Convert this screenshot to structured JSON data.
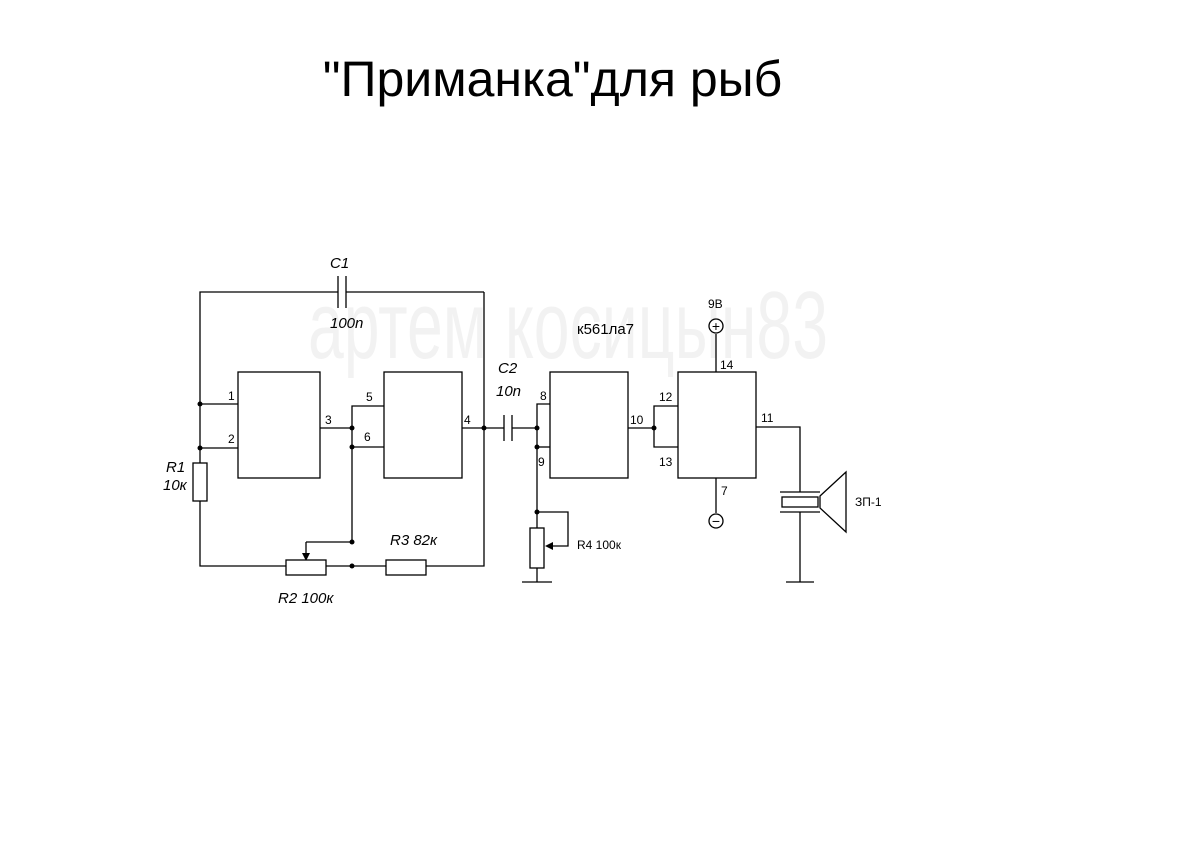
{
  "title": "\"Приманка\"для рыб",
  "watermark": "артем косицын83",
  "chip_label": "к561ла7",
  "components": {
    "c1_name": "C1",
    "c1_value": "100n",
    "c2_name": "C2",
    "c2_value": "10n",
    "r1_name": "R1",
    "r1_value": "10к",
    "r2_label": "R2  100к",
    "r3_label": "R3  82к",
    "r4_label": "R4 100к",
    "speaker_label": "ЗП-1"
  },
  "power": {
    "supply_label": "9B",
    "plus_symbol": "+",
    "minus_symbol": "−"
  },
  "pins": {
    "p1": "1",
    "p2": "2",
    "p3": "3",
    "p4": "4",
    "p5": "5",
    "p6": "6",
    "p7": "7",
    "p8": "8",
    "p9": "9",
    "p10": "10",
    "p11": "11",
    "p12": "12",
    "p13": "13",
    "p14": "14"
  }
}
